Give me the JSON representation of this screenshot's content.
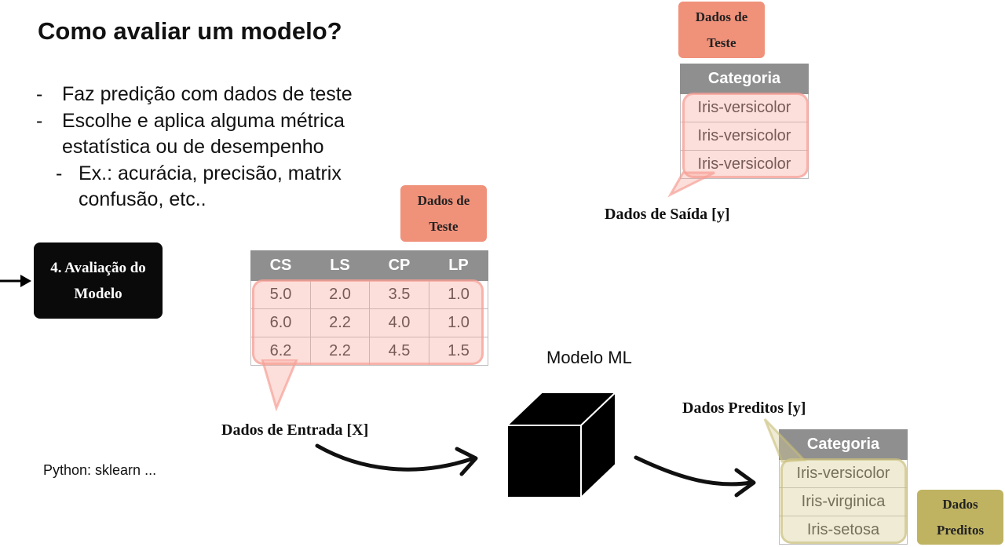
{
  "title": "Como avaliar um modelo?",
  "bullets": [
    "Faz predição com dados de teste",
    "Escolhe e aplica alguma métrica",
    "estatística ou de desempenho",
    "Ex.: acurácia, precisão, matrix",
    "confusão, etc.."
  ],
  "bullet_marker": "-",
  "step_box": {
    "label": "4. Avaliação do Modelo"
  },
  "input_table": {
    "tag": "Dados de Teste",
    "headers": [
      "CS",
      "LS",
      "CP",
      "LP"
    ],
    "rows": [
      [
        "5.0",
        "2.0",
        "3.5",
        "1.0"
      ],
      [
        "6.0",
        "2.2",
        "4.0",
        "1.0"
      ],
      [
        "6.2",
        "2.2",
        "4.5",
        "1.5"
      ]
    ],
    "caption": "Dados de Entrada [X]"
  },
  "output_table": {
    "tag": "Dados de Teste",
    "header": "Categoria",
    "rows": [
      "Iris-versicolor",
      "Iris-versicolor",
      "Iris-versicolor"
    ],
    "caption": "Dados de Saída [y]"
  },
  "model": {
    "label": "Modelo ML"
  },
  "predicted_table": {
    "caption": "Dados Preditos [y]",
    "header": "Categoria",
    "rows": [
      "Iris-versicolor",
      "Iris-virginica",
      "Iris-setosa"
    ],
    "tag": "Dados Preditos"
  },
  "footer_note": "Python: sklearn ...",
  "colors": {
    "salmon_tag": "#f0917a",
    "olive_tag": "#bfb362",
    "pink_highlight": "#f6a096",
    "olive_highlight": "#d6ce96",
    "table_header": "#8f8f8f",
    "step_box": "#0a0a0a"
  },
  "icons": [
    "arrow-right-icon",
    "cube-icon",
    "curved-arrow-icon"
  ]
}
